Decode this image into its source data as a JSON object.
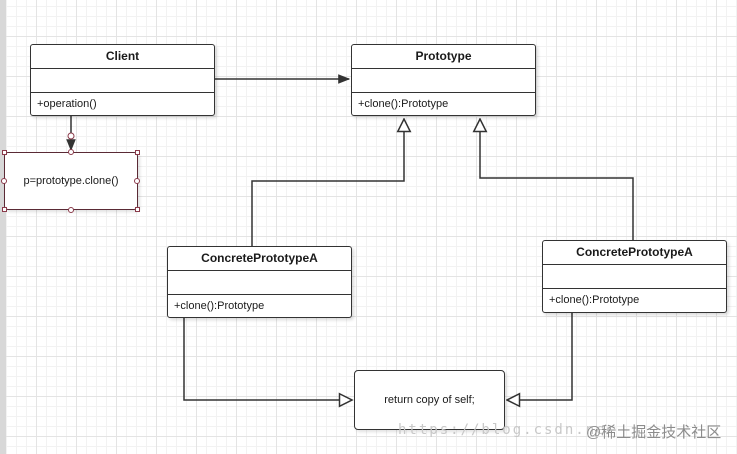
{
  "diagram": {
    "client": {
      "name": "Client",
      "operation": "+operation()"
    },
    "prototype": {
      "name": "Prototype",
      "operation": "+clone():Prototype"
    },
    "concrete_a_left": {
      "name": "ConcretePrototypeA",
      "operation": "+clone():Prototype"
    },
    "concrete_a_right": {
      "name": "ConcretePrototypeA",
      "operation": "+clone():Prototype"
    },
    "note_clone": "p=prototype.clone()",
    "note_return": "return copy of self;"
  },
  "watermark": {
    "url": "https://blog.csdn.ne",
    "site": "@稀土掘金技术社区"
  },
  "colors": {
    "line": "#333333",
    "grid": "#e4e4e4",
    "selection": "#8a3a4a"
  }
}
